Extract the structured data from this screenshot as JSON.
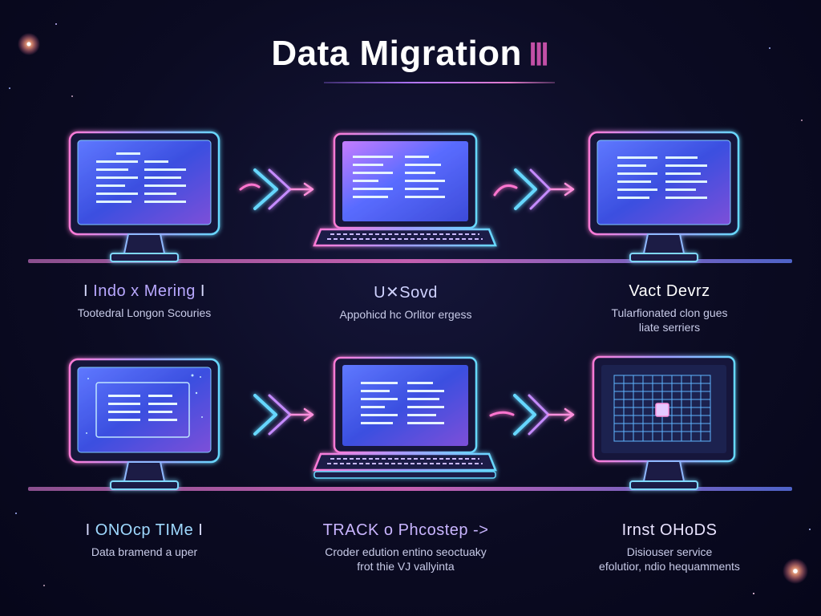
{
  "title": "Data Migration",
  "title_mark": "Ⅲ",
  "colors": {
    "cyan": "#5fd6ff",
    "blue": "#4a7dff",
    "pink": "#ff6fd0",
    "purple": "#9d6bff",
    "title_mark": "#c24fa6"
  },
  "rows": [
    {
      "steps": [
        {
          "device": "monitor",
          "title_prefix": "I",
          "title": "Indo x Mering",
          "title_suffix": "I",
          "title_color": "#b9a8ff",
          "desc": [
            "Tootedral Longon Scouries"
          ]
        },
        {
          "device": "laptop",
          "title_prefix": "",
          "title": "U✕Sovd",
          "title_suffix": "",
          "title_color": "#cfd2ff",
          "desc": [
            "Appohicd hc Orlitor ergess"
          ]
        },
        {
          "device": "monitor",
          "title_prefix": "",
          "title": "Vact Devrz",
          "title_suffix": "",
          "title_color": "#ffffff",
          "desc": [
            "Tularfionated clon gues",
            "liate serriers"
          ]
        }
      ]
    },
    {
      "steps": [
        {
          "device": "monitor",
          "title_prefix": "I",
          "title": "ONOcp TIMe",
          "title_suffix": "I",
          "title_color": "#9fd9ff",
          "desc": [
            "Data bramend a uper"
          ]
        },
        {
          "device": "laptop",
          "title_prefix": "",
          "title": "TRACK o Phcostep ->",
          "title_suffix": "",
          "title_color": "#c9b5ff",
          "desc": [
            "Croder edution entino seoctuaky",
            "frot thie VJ vallyinta"
          ]
        },
        {
          "device": "monitor-grid",
          "title_prefix": "",
          "title": "Irnst OHoDS",
          "title_suffix": "",
          "title_color": "#e9e3ff",
          "desc": [
            "Disiouser service",
            "efolutior, ndio hequamments"
          ]
        }
      ]
    }
  ]
}
